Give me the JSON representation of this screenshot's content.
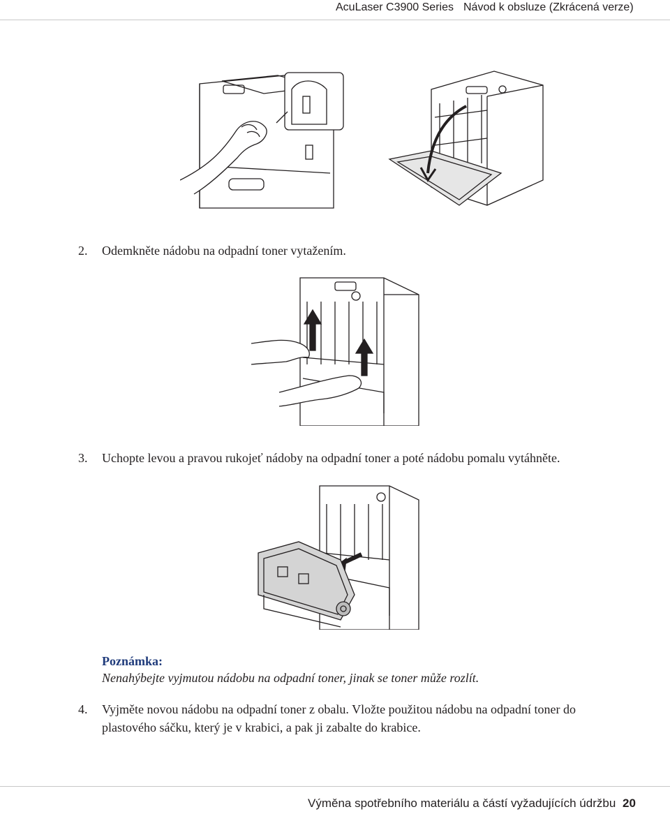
{
  "header": {
    "series": "AcuLaser C3900 Series",
    "guide": "Návod k obsluze (Zkrácená verze)"
  },
  "steps": [
    {
      "number": "2.",
      "text": "Odemkněte nádobu na odpadní toner vytažením."
    },
    {
      "number": "3.",
      "text": "Uchopte levou a pravou rukojeť nádoby na odpadní toner a poté nádobu pomalu vytáhněte."
    },
    {
      "number": "4.",
      "text_line1": "Vyjměte novou nádobu na odpadní toner z obalu. Vložte použitou nádobu na odpadní toner do",
      "text_line2": "plastového sáčku, který je v krabici, a pak ji zabalte do krabice."
    }
  ],
  "note": {
    "title": "Poznámka:",
    "body": "Nenahýbejte vyjmutou nádobu na odpadní toner, jinak se toner může rozlít."
  },
  "footer": {
    "section": "Výměna spotřebního materiálu a částí vyžadujících údržbu",
    "page": "20"
  }
}
